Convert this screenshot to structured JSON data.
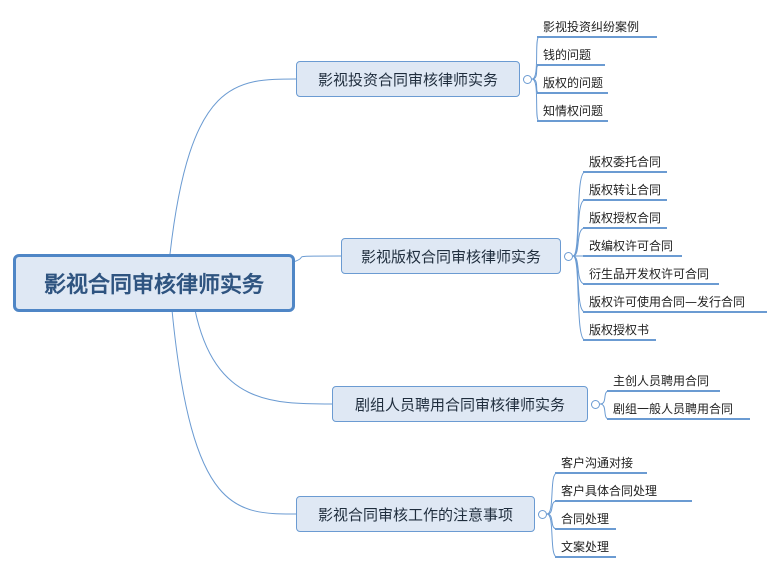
{
  "root": {
    "label": "影视合同审核律师实务"
  },
  "branches": [
    {
      "label": "影视投资合同审核律师实务",
      "children": [
        "影视投资纠纷案例",
        "钱的问题",
        "版权的问题",
        "知情权问题"
      ]
    },
    {
      "label": "影视版权合同审核律师实务",
      "children": [
        "版权委托合同",
        "版权转让合同",
        "版权授权合同",
        "改编权许可合同",
        "衍生品开发权许可合同",
        "版权许可使用合同—发行合同",
        "版权授权书"
      ]
    },
    {
      "label": "剧组人员聘用合同审核律师实务",
      "children": [
        "主创人员聘用合同",
        "剧组一般人员聘用合同"
      ]
    },
    {
      "label": "影视合同审核工作的注意事项",
      "children": [
        "客户沟通对接",
        "客户具体合同处理",
        "合同处理",
        "文案处理"
      ]
    }
  ],
  "colors": {
    "line": "#6b9bd2",
    "root_border": "#4f86c6",
    "fill": "#dfe8f4"
  }
}
